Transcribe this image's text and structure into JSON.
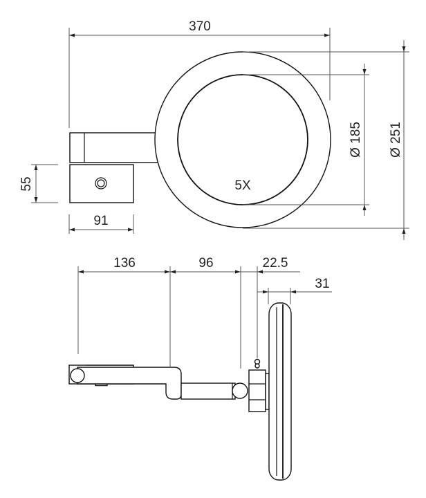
{
  "top_view": {
    "width_overall": "370",
    "inner_diameter": "Ø 185",
    "outer_diameter": "Ø 251",
    "base_height": "55",
    "base_width": "91",
    "magnification": "5X"
  },
  "side_view": {
    "arm_segment_1": "136",
    "arm_segment_2": "96",
    "joint_offset": "22.5",
    "mirror_depth": "31"
  }
}
